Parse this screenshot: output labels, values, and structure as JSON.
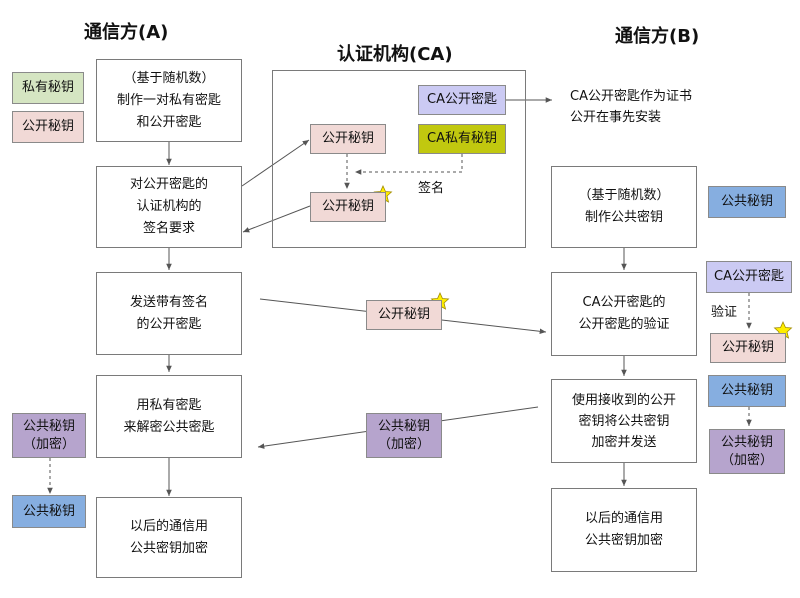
{
  "titles": {
    "party_a": "通信方(A)",
    "ca": "认证机构(CA)",
    "party_b": "通信方(B)"
  },
  "party_a": {
    "legend": {
      "private_key": "私有秘钥",
      "public_key": "公开秘钥"
    },
    "steps": [
      "（基于随机数）\n制作一对私有密匙\n和公开密匙",
      "对公开密匙的\n认证机构的\n签名要求",
      "发送带有签名\n的公开密匙",
      "用私有密匙\n来解密公共密匙",
      "以后的通信用\n公共密钥加密"
    ],
    "side": {
      "encrypted": "公共秘钥\n（加密）",
      "common": "公共秘钥"
    }
  },
  "ca": {
    "ca_public_key": "CA公开密匙",
    "ca_private_key": "CA私有秘钥",
    "public_key": "公开秘钥",
    "signed_public_key": "公开秘钥",
    "sign_label": "签名",
    "note": "CA公开密匙作为证书\n公开在事先安装"
  },
  "transfer": {
    "signed_key": "公开秘钥",
    "encrypted_key": "公共秘钥\n（加密）"
  },
  "party_b": {
    "steps": [
      "（基于随机数）\n制作公共密钥",
      "CA公开密匙的\n公开密匙的验证",
      "使用接收到的公开\n密钥将公共密钥\n加密并发送",
      "以后的通信用\n公共密钥加密"
    ],
    "side": {
      "common_key": "公共秘钥",
      "ca_public_key": "CA公开密匙",
      "verify_label": "验证",
      "signed_public_key": "公开秘钥",
      "common_key2": "公共秘钥",
      "encrypted": "公共秘钥\n（加密）"
    }
  },
  "colors": {
    "pink": "#f1d9d6",
    "green": "#d5e5c2",
    "blue": "#86aee0",
    "purple": "#b6a4cd",
    "lavender": "#cbcaf3",
    "olive": "#c1c80f",
    "star": "#ffee00"
  }
}
